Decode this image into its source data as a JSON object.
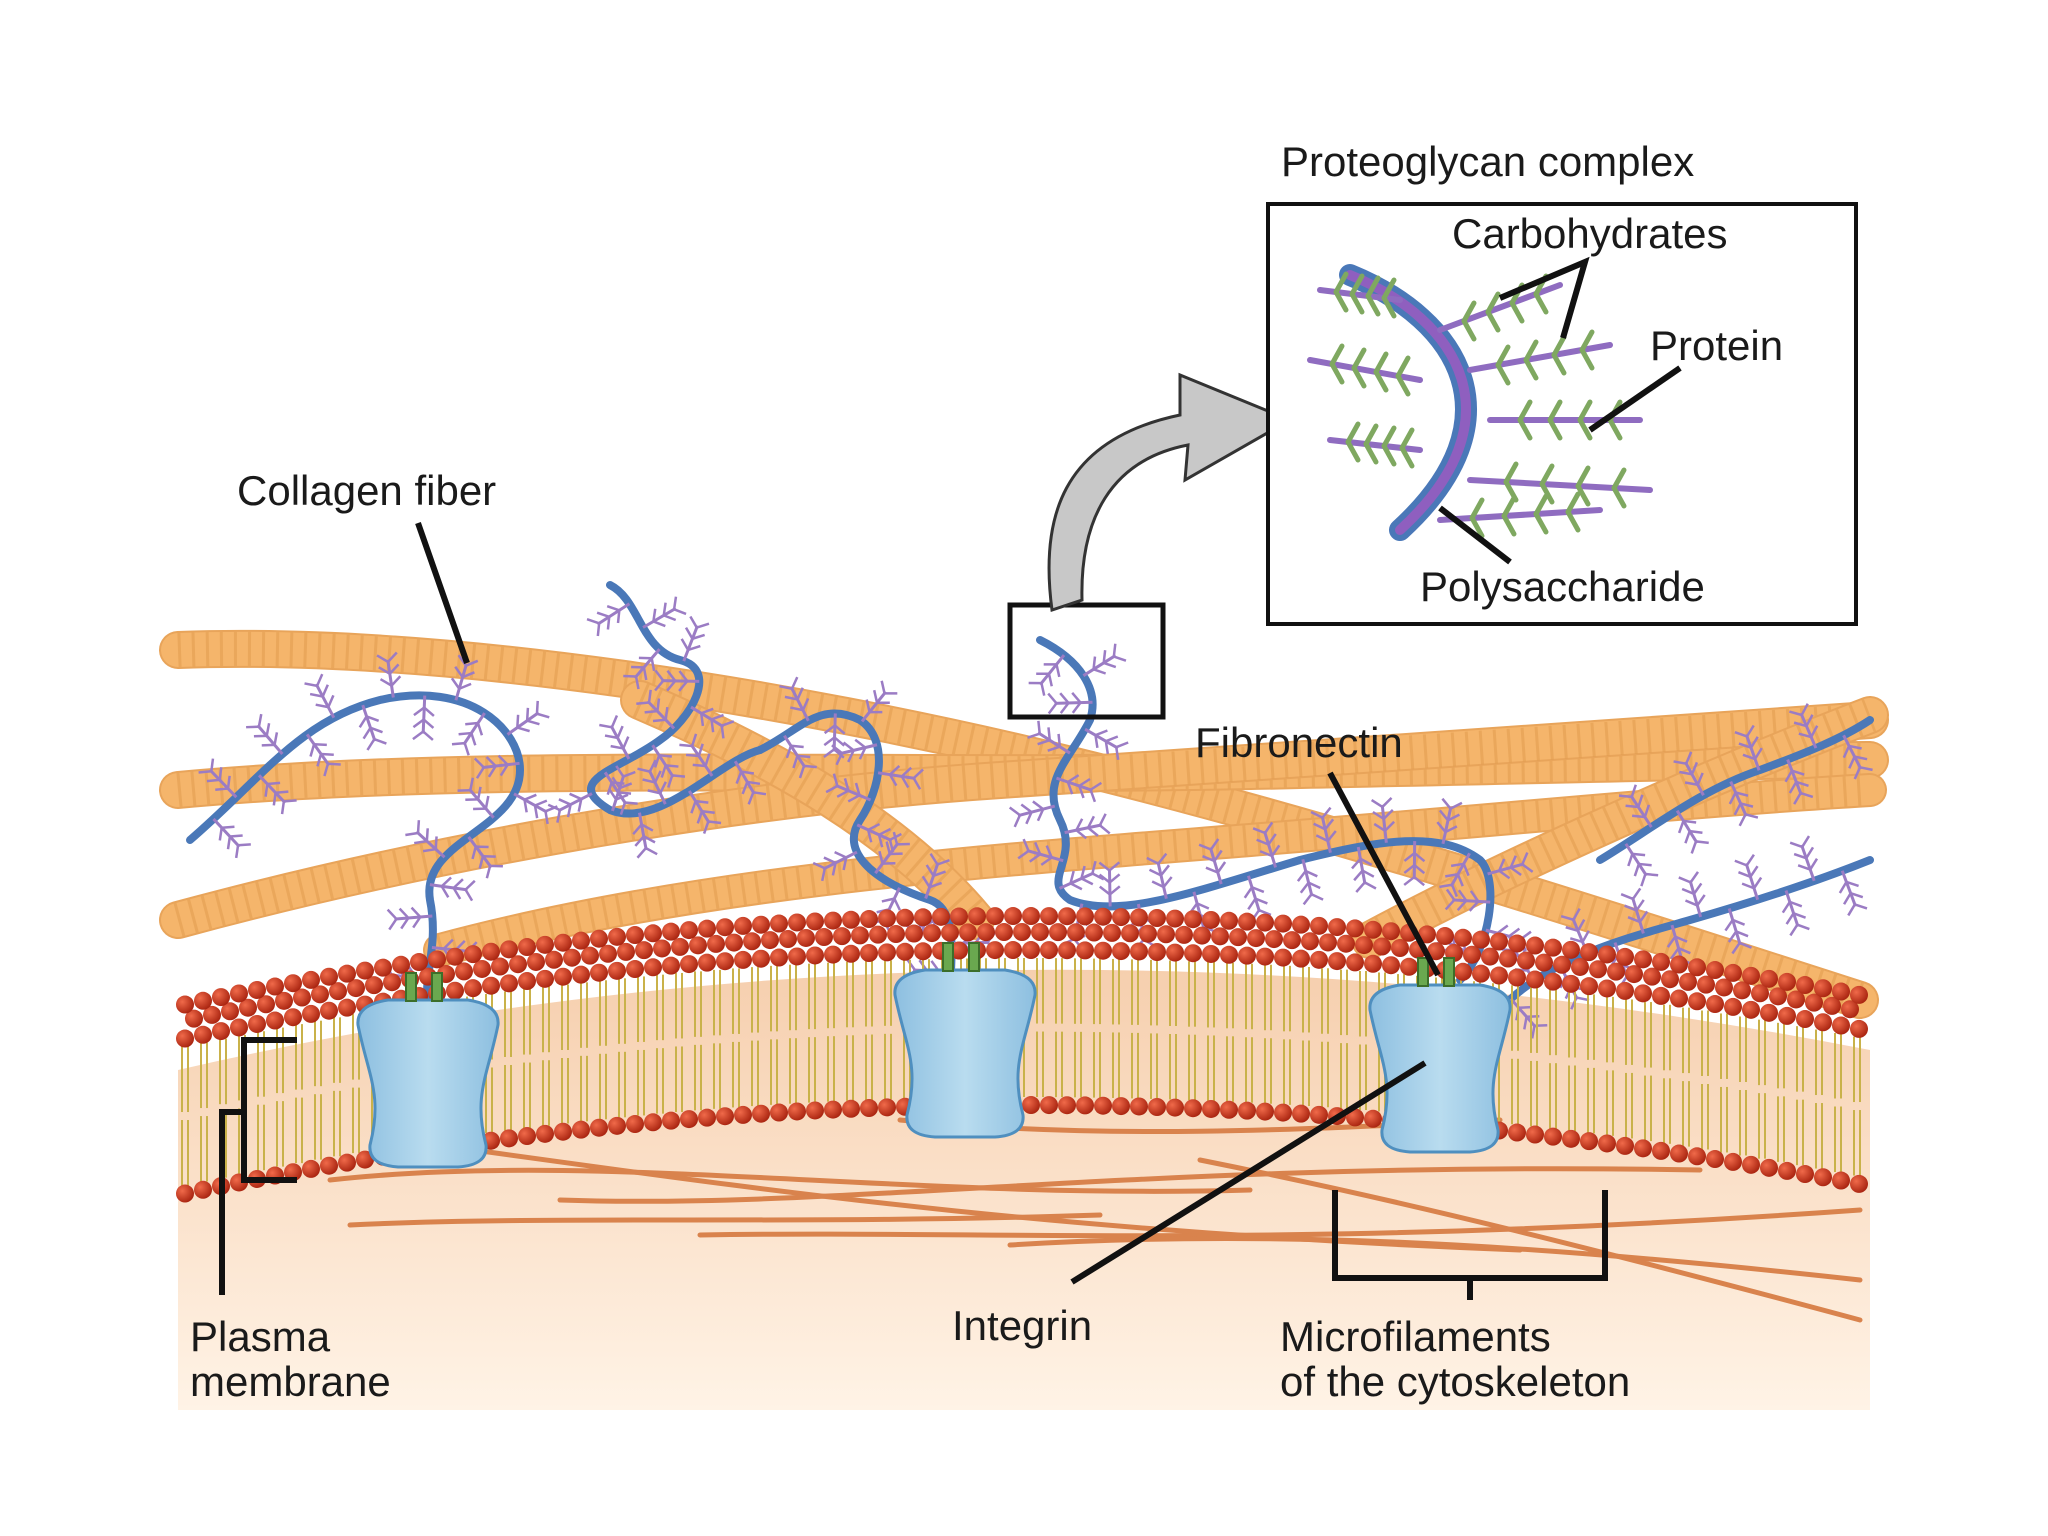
{
  "labels": {
    "proteoglycan_complex": "Proteoglycan complex",
    "carbohydrates": "Carbohydrates",
    "protein": "Protein",
    "polysaccharide": "Polysaccharide",
    "collagen_fiber": "Collagen fiber",
    "fibronectin": "Fibronectin",
    "plasma_membrane_line1": "Plasma",
    "plasma_membrane_line2": "membrane",
    "integrin": "Integrin",
    "microfilaments_line1": "Microfilaments",
    "microfilaments_line2": "of the cytoskeleton"
  },
  "colors": {
    "collagen": "#f5b56b",
    "collagen_band": "#e09a4e",
    "proteoglycan_core": "#4a78b8",
    "branch": "#9b7cc4",
    "carbohydrate_green": "#7fa860",
    "phospholipid_head": "#c8321f",
    "lipid_tail": "#c9b24a",
    "integrin": "#9ec9e3",
    "integrin_edge": "#4f8fbf",
    "cytoplasm": "#f8dcc0",
    "microfilament": "#d9834d",
    "arrow": "#bfbfbf"
  }
}
